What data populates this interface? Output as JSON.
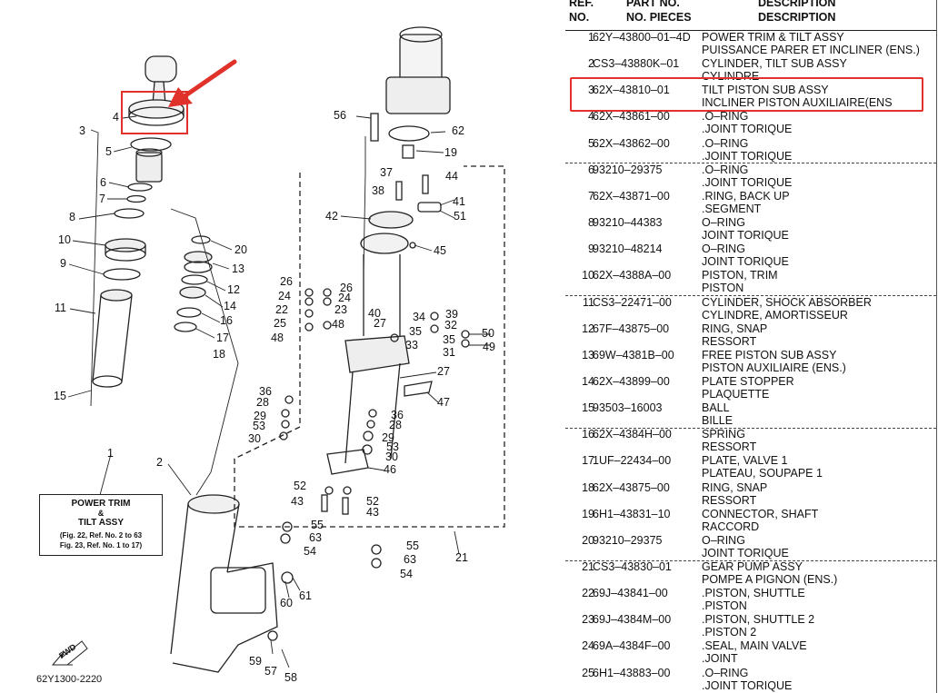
{
  "diagram": {
    "box_title": "POWER TRIM",
    "box_amp": "&",
    "box_subtitle": "TILT ASSY",
    "box_note1": "(Fig. 22, Ref. No. 2 to 63",
    "box_note2": "Fig. 23, Ref. No. 1 to 17)",
    "fwd_label": "FWD",
    "figure_code": "62Y1300-2220",
    "highlight_color": "#e0312b",
    "callouts": [
      "1",
      "2",
      "3",
      "4",
      "5",
      "6",
      "7",
      "8",
      "9",
      "10",
      "11",
      "12",
      "13",
      "14",
      "15",
      "16",
      "17",
      "18",
      "19",
      "20",
      "21",
      "22",
      "23",
      "24",
      "25",
      "26",
      "27",
      "28",
      "29",
      "30",
      "31",
      "32",
      "33",
      "34",
      "35",
      "36",
      "37",
      "38",
      "39",
      "40",
      "41",
      "42",
      "43",
      "44",
      "45",
      "46",
      "47",
      "48",
      "49",
      "50",
      "51",
      "52",
      "53",
      "54",
      "55",
      "56",
      "57",
      "58",
      "59",
      "60",
      "61",
      "62",
      "63"
    ]
  },
  "table": {
    "headers": {
      "ref1": "REF.",
      "ref2": "NO.",
      "pn1": "PART NO.",
      "pn2": "NO. PIECES",
      "desc1": "DESCRIPTION",
      "desc2": "DESCRIPTION"
    },
    "rows": [
      {
        "ref": "1",
        "part_no": "62Y–43800–01–4D",
        "desc_en": "POWER TRIM & TILT ASSY",
        "desc_fr": "PUISSANCE PARER ET INCLINER (ENS.)"
      },
      {
        "ref": "2",
        "part_no": "CS3–43880K–01",
        "desc_en": "CYLINDER, TILT SUB ASSY",
        "desc_fr": "CYLINDRE"
      },
      {
        "ref": "3",
        "part_no": "62X–43810–01",
        "desc_en": "TILT PISTON SUB ASSY",
        "desc_fr": "INCLINER PISTON AUXILIAIRE(ENS",
        "highlighted": true
      },
      {
        "ref": "4",
        "part_no": "62X–43861–00",
        "desc_en": ".O–RING",
        "desc_fr": ".JOINT TORIQUE"
      },
      {
        "ref": "5",
        "part_no": "62X–43862–00",
        "desc_en": ".O–RING",
        "desc_fr": ".JOINT TORIQUE"
      },
      {
        "ref": "6",
        "part_no": "93210–29375",
        "desc_en": ".O–RING",
        "desc_fr": ".JOINT TORIQUE"
      },
      {
        "ref": "7",
        "part_no": "62X–43871–00",
        "desc_en": ".RING, BACK UP",
        "desc_fr": ".SEGMENT"
      },
      {
        "ref": "8",
        "part_no": "93210–44383",
        "desc_en": "O–RING",
        "desc_fr": "JOINT TORIQUE"
      },
      {
        "ref": "9",
        "part_no": "93210–48214",
        "desc_en": "O–RING",
        "desc_fr": "JOINT TORIQUE"
      },
      {
        "ref": "10",
        "part_no": "62X–4388A–00",
        "desc_en": "PISTON, TRIM",
        "desc_fr": "PISTON"
      },
      {
        "ref": "11",
        "part_no": "CS3–22471–00",
        "desc_en": "CYLINDER, SHOCK ABSORBER",
        "desc_fr": "CYLINDRE, AMORTISSEUR"
      },
      {
        "ref": "12",
        "part_no": "67F–43875–00",
        "desc_en": "RING, SNAP",
        "desc_fr": "RESSORT"
      },
      {
        "ref": "13",
        "part_no": "69W–4381B–00",
        "desc_en": "FREE PISTON SUB ASSY",
        "desc_fr": "PISTON AUXILIAIRE (ENS.)"
      },
      {
        "ref": "14",
        "part_no": "62X–43899–00",
        "desc_en": "PLATE STOPPER",
        "desc_fr": "PLAQUETTE"
      },
      {
        "ref": "15",
        "part_no": "93503–16003",
        "desc_en": "BALL",
        "desc_fr": "BILLE"
      },
      {
        "ref": "16",
        "part_no": "62X–4384H–00",
        "desc_en": "SPRING",
        "desc_fr": "RESSORT"
      },
      {
        "ref": "17",
        "part_no": "1UF–22434–00",
        "desc_en": "PLATE, VALVE 1",
        "desc_fr": "PLATEAU, SOUPAPE 1"
      },
      {
        "ref": "18",
        "part_no": "62X–43875–00",
        "desc_en": "RING, SNAP",
        "desc_fr": "RESSORT"
      },
      {
        "ref": "19",
        "part_no": "6H1–43831–10",
        "desc_en": "CONNECTOR, SHAFT",
        "desc_fr": "RACCORD"
      },
      {
        "ref": "20",
        "part_no": "93210–29375",
        "desc_en": "O–RING",
        "desc_fr": "JOINT TORIQUE"
      },
      {
        "ref": "21",
        "part_no": "CS3–43830–01",
        "desc_en": "GEAR PUMP ASSY",
        "desc_fr": "POMPE A PIGNON (ENS.)"
      },
      {
        "ref": "22",
        "part_no": "69J–43841–00",
        "desc_en": ".PISTON, SHUTTLE",
        "desc_fr": ".PISTON"
      },
      {
        "ref": "23",
        "part_no": "69J–4384M–00",
        "desc_en": ".PISTON, SHUTTLE 2",
        "desc_fr": ".PISTON 2"
      },
      {
        "ref": "24",
        "part_no": "69A–4384F–00",
        "desc_en": ".SEAL, MAIN VALVE",
        "desc_fr": ".JOINT"
      },
      {
        "ref": "25",
        "part_no": "6H1–43883–00",
        "desc_en": ".O–RING",
        "desc_fr": ".JOINT TORIQUE"
      }
    ]
  }
}
